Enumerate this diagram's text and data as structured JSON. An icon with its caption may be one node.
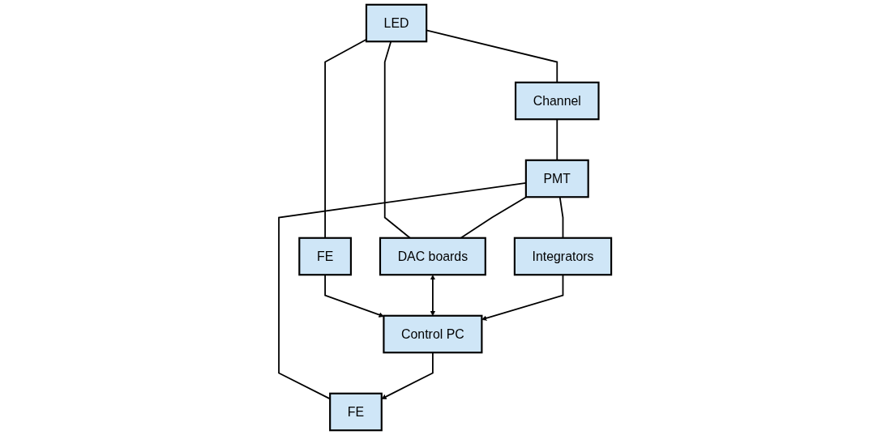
{
  "diagram": {
    "nodes": [
      {
        "text": [
          "LED"
        ]
      },
      {
        "text": [
          "Channel"
        ]
      },
      {
        "text": [
          "PMT"
        ]
      },
      {
        "text": [
          "FE"
        ]
      },
      {
        "text": [
          "DAC boards"
        ]
      },
      {
        "text": [
          "Integrators"
        ]
      },
      {
        "text": [
          "FE"
        ]
      },
      {
        "text": [
          "Control PC"
        ]
      }
    ],
    "edges": [
      {
        "from": 0,
        "to": 1,
        "arrow": "none"
      },
      {
        "from": 1,
        "to": 2,
        "arrow": "none"
      },
      {
        "from": 0,
        "to": 3,
        "arrow": "none"
      },
      {
        "from": 0,
        "to": 4,
        "arrow": "none"
      },
      {
        "from": 2,
        "to": 4,
        "arrow": "none"
      },
      {
        "from": 2,
        "to": 5,
        "arrow": "none"
      },
      {
        "from": 2,
        "to": 6,
        "arrow": "none"
      },
      {
        "from": 3,
        "to": 7,
        "arrow": "to"
      },
      {
        "from": 4,
        "to": 7,
        "arrow": "both"
      },
      {
        "from": 5,
        "to": 7,
        "arrow": "to"
      },
      {
        "from": 7,
        "to": 6,
        "arrow": "to"
      }
    ]
  }
}
